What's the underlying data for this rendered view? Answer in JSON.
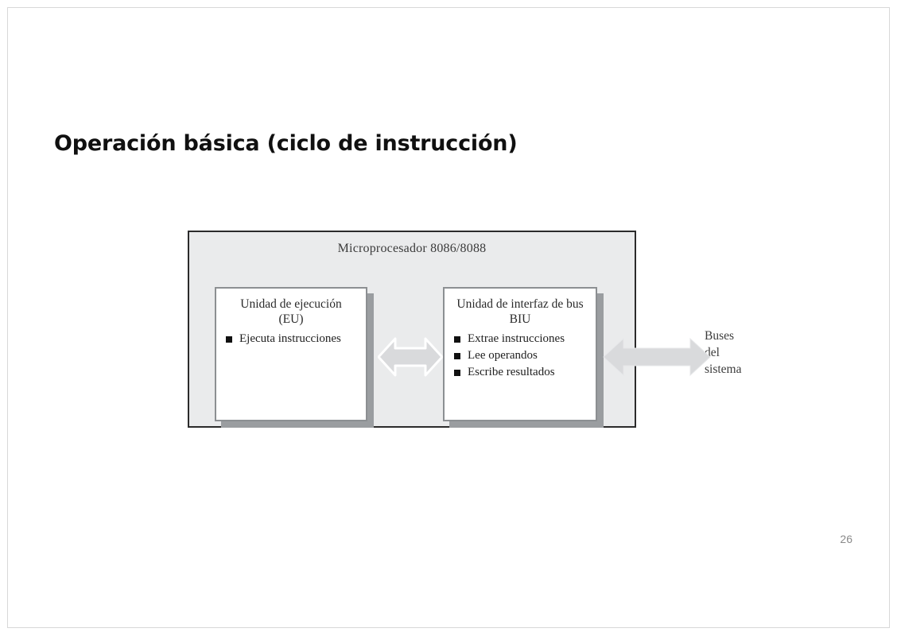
{
  "slide": {
    "title": "Operación básica (ciclo de instrucción)",
    "page_number": "26"
  },
  "figure": {
    "chip_title": "Microprocesador 8086/8088",
    "units": [
      {
        "id": "execution-unit",
        "head_line1": "Unidad de ejecución",
        "head_line2": "(EU)",
        "bullets": [
          "Ejecuta instrucciones"
        ]
      },
      {
        "id": "bus-interface-unit",
        "head_line1": "Unidad de interfaz de bus",
        "head_line2": "BIU",
        "bullets": [
          "Extrae instrucciones",
          "Lee operandos",
          "Escribe resultados"
        ]
      }
    ],
    "arrows": [
      {
        "id": "eu-biu-arrow",
        "name": "double-arrow-horizontal",
        "style": "outlined"
      },
      {
        "id": "biu-bus-arrow",
        "name": "double-arrow-horizontal",
        "style": "solid"
      }
    ],
    "bus_label_line1": "Buses del",
    "bus_label_line2": "sistema"
  },
  "colors": {
    "frame_border": "#2b2b2b",
    "frame_fill": "#eaebec",
    "unit_border": "#8c8f92",
    "unit_shadow": "#9a9da0",
    "arrow_fill": "#d9dadc",
    "bullet": "#111111",
    "title_text": "#101010",
    "page_number_text": "#8a8a8a"
  }
}
